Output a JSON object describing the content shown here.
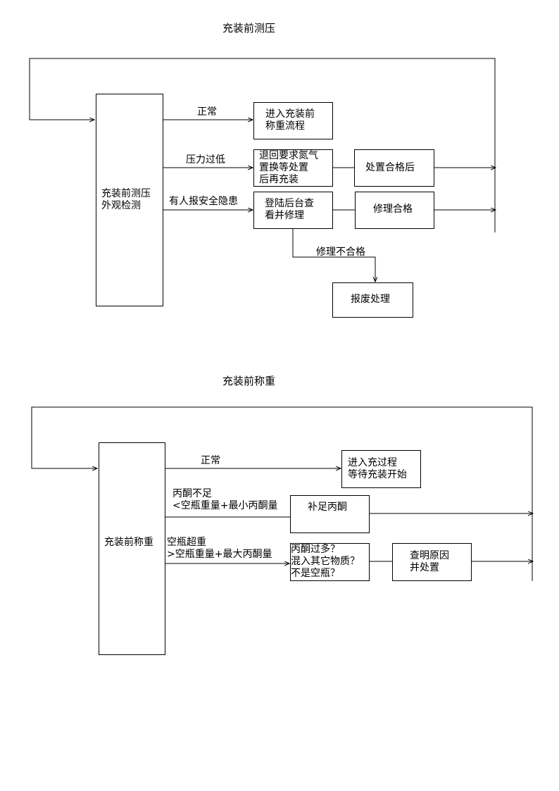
{
  "section1": {
    "title": "充装前测压",
    "main_box": "充装前测压\n外观检测",
    "normal_label": "正常",
    "normal_target": "进入充装前\n称重流程",
    "low_label": "压力过低",
    "low_target": "退回要求氮气\n置换等处置\n后再充装",
    "low_after": "处置合格后",
    "hazard_label": "有人报安全隐患",
    "hazard_target": "登陆后台查\n看并修理",
    "repair_ok": "修理合格",
    "repair_fail_label": "修理不合格",
    "scrap": "报废处理"
  },
  "section2": {
    "title": "充装前称重",
    "main_box": "充装前称重",
    "normal_label": "正常",
    "normal_target": "进入充过程\n等待充装开始",
    "low_label": "丙酮不足\n<空瓶重量+最小丙酮量",
    "low_target": "补足丙酮",
    "over_label": "空瓶超重\n>空瓶重量+最大丙酮量",
    "over_target": "丙酮过多？\n混入其它物质？\n不是空瓶？",
    "over_after": "查明原因\n并处置"
  }
}
